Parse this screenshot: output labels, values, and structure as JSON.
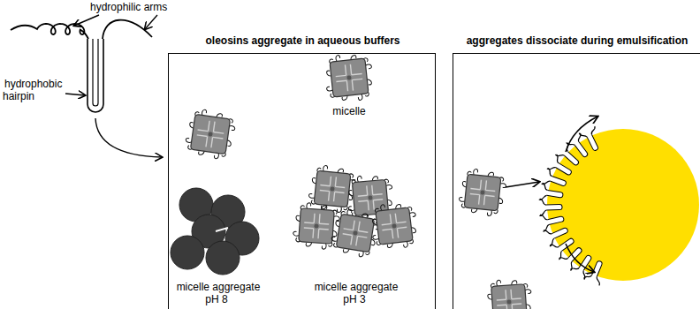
{
  "diagram": {
    "nodes": [
      {
        "text": [
          "oleosins aggregate in aqueous buffers"
        ]
      },
      {
        "text": [
          "aggregates dissociate during emulsification"
        ]
      }
    ],
    "labels": [
      "hydrophilic arms",
      "hydrophobic hairpin",
      "micelle",
      "micelle aggregate pH 8",
      "micelle aggregate pH 3"
    ]
  }
}
